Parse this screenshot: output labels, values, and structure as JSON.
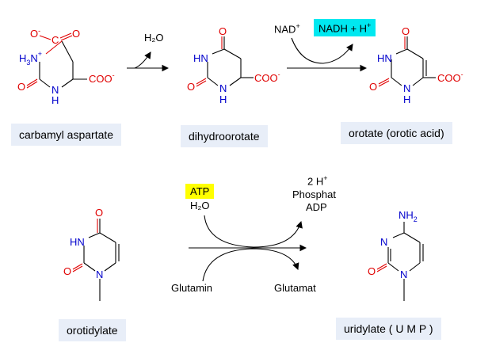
{
  "compounds": {
    "carbamyl_aspartate": "carbamyl aspartate",
    "dihydroorotate": "dihydroorotate",
    "orotate": "orotate (orotic acid)",
    "orotidylate": "orotidylate",
    "uridylate": "uridylate ( U M P )"
  },
  "reaction1": {
    "h2o": "H₂O"
  },
  "reaction2": {
    "nad": "NAD",
    "nad_sup": "+",
    "nadh": "NADH + H",
    "nadh_sup": "+"
  },
  "reaction3": {
    "atp": "ATP",
    "h2o": "H₂O",
    "glutamin": "Glutamin",
    "h2": "2 H",
    "h2_sup": "+",
    "phosphat": "Phosphat",
    "adp": "ADP",
    "glutamat": "Glutamat"
  },
  "atoms": {
    "O": "O",
    "N": "N",
    "H": "H",
    "HN": "HN",
    "H3N": "H",
    "H3N_tail": "N",
    "C": "C",
    "COO": "COO",
    "minus": "-",
    "plus": "+",
    "three": "3",
    "NH2": "NH",
    "two": "2"
  },
  "colors": {
    "oxygen": "#e00000",
    "nitrogen": "#0000cc",
    "label_bg": "#e8eef8",
    "nadh_highlight": "#00e8f0",
    "atp_highlight": "#ffff00"
  }
}
